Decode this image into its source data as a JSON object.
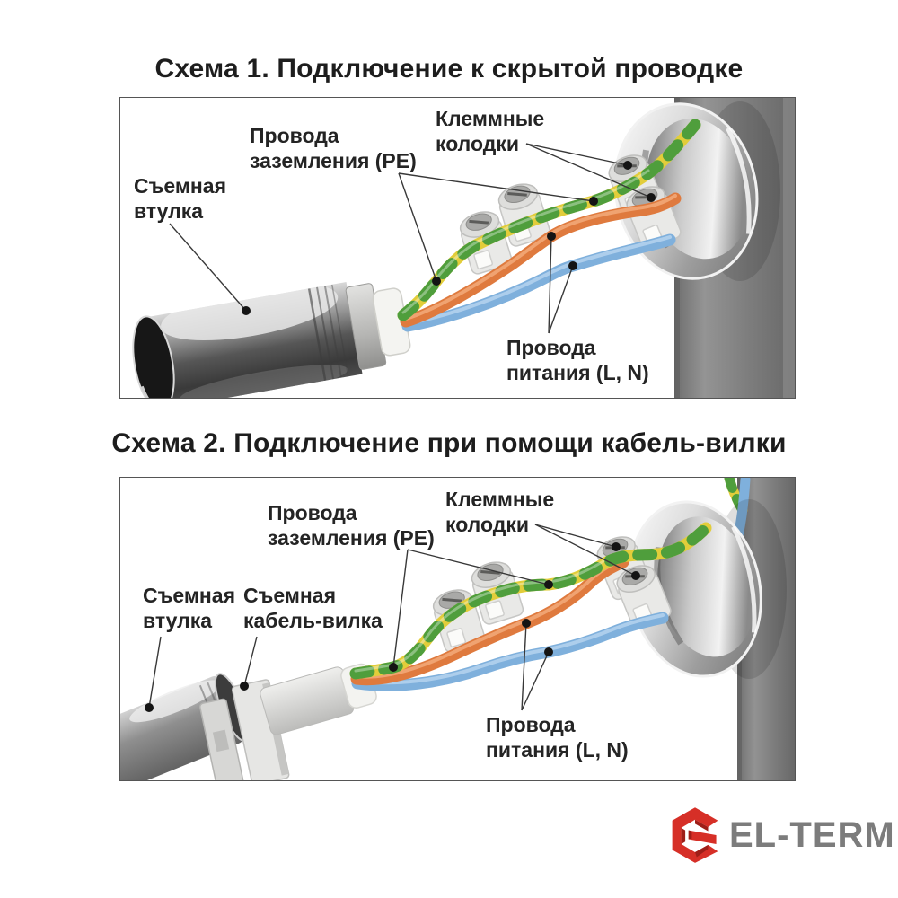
{
  "schemes": [
    {
      "title": "Схема 1. Подключение к скрытой проводке",
      "labels": {
        "sleeve": [
          "Съемная",
          "втулка"
        ],
        "ground": [
          "Провода",
          "заземления (PE)"
        ],
        "blocks": [
          "Клеммные",
          "колодки"
        ],
        "power": [
          "Провода",
          "питания (L, N)"
        ]
      }
    },
    {
      "title": "Схема 2. Подключение при помощи кабель-вилки",
      "labels": {
        "sleeve": [
          "Съемная",
          "втулка"
        ],
        "plug": [
          "Съемная",
          "кабель-вилка"
        ],
        "ground": [
          "Провода",
          "заземления (PE)"
        ],
        "blocks": [
          "Клеммные",
          "колодки"
        ],
        "power": [
          "Провода",
          "питания (L, N)"
        ]
      }
    }
  ],
  "wires": {
    "ground_pe_yellow": "#e2cd3a",
    "ground_pe_green": "#4f9e3c",
    "live_orange": "#df7a3e",
    "neutral_blue": "#7fb0dc"
  },
  "logo": {
    "brand": "EL-TERM",
    "icon": "hexagon-e-mark",
    "icon_color": "#d62f27",
    "text_color": "#7c7c7c"
  }
}
